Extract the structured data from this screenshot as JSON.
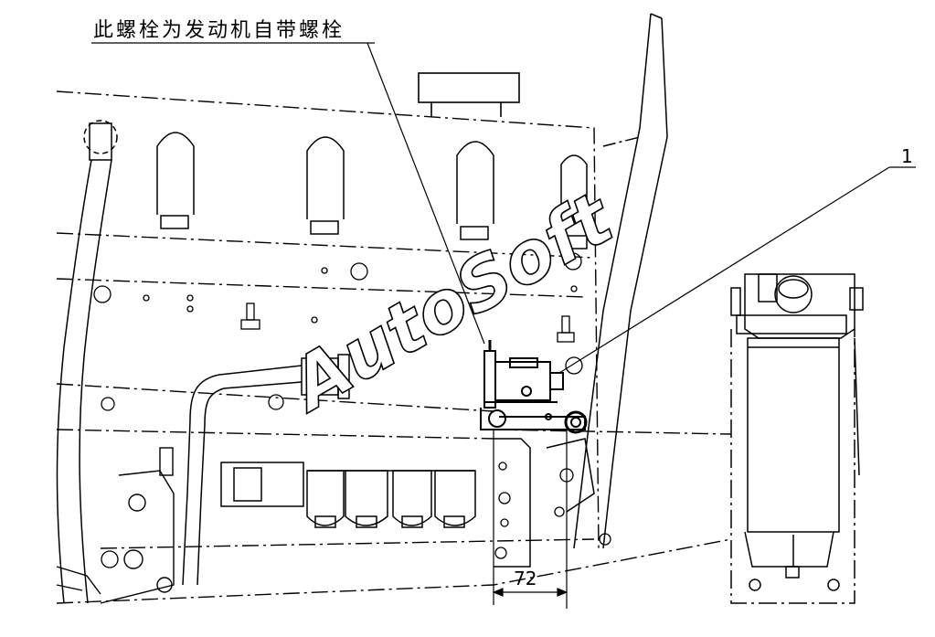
{
  "annotation": {
    "note_text": "此螺栓为发动机自带螺栓",
    "callout_number": "1",
    "dimension_value": "72"
  },
  "watermark": {
    "text": "AutoSoft"
  },
  "colors": {
    "line": "#000000",
    "background": "#ffffff"
  }
}
